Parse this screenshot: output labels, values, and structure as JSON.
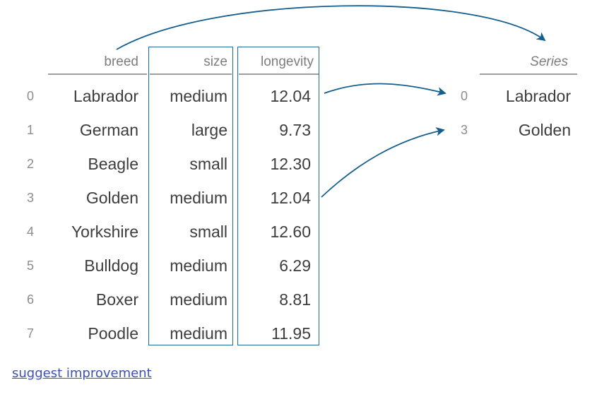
{
  "dataframe": {
    "columns": {
      "breed": "breed",
      "size": "size",
      "longevity": "longevity"
    },
    "rows": [
      {
        "index": "0",
        "breed": "Labrador",
        "size": "medium",
        "longevity": "12.04"
      },
      {
        "index": "1",
        "breed": "German",
        "size": "large",
        "longevity": "9.73"
      },
      {
        "index": "2",
        "breed": "Beagle",
        "size": "small",
        "longevity": "12.30"
      },
      {
        "index": "3",
        "breed": "Golden",
        "size": "medium",
        "longevity": "12.04"
      },
      {
        "index": "4",
        "breed": "Yorkshire",
        "size": "small",
        "longevity": "12.60"
      },
      {
        "index": "5",
        "breed": "Bulldog",
        "size": "medium",
        "longevity": "6.29"
      },
      {
        "index": "6",
        "breed": "Boxer",
        "size": "medium",
        "longevity": "8.81"
      },
      {
        "index": "7",
        "breed": "Poodle",
        "size": "medium",
        "longevity": "11.95"
      }
    ],
    "highlighted_columns": [
      "size",
      "longevity"
    ]
  },
  "series": {
    "title": "Series",
    "rows": [
      {
        "index": "0",
        "value": "Labrador"
      },
      {
        "index": "3",
        "value": "Golden"
      }
    ]
  },
  "footer": {
    "link_label": "suggest improvement"
  },
  "colors": {
    "highlight_border_blue": "#1d6a9c",
    "arrow_blue": "#155e8d",
    "header_gray": "#7d7d7d",
    "index_gray": "#8c8c8c",
    "value_dark_gray": "#3d3d3d",
    "underline_gray": "#9e9e9e",
    "link_blue": "#3e50b4"
  }
}
